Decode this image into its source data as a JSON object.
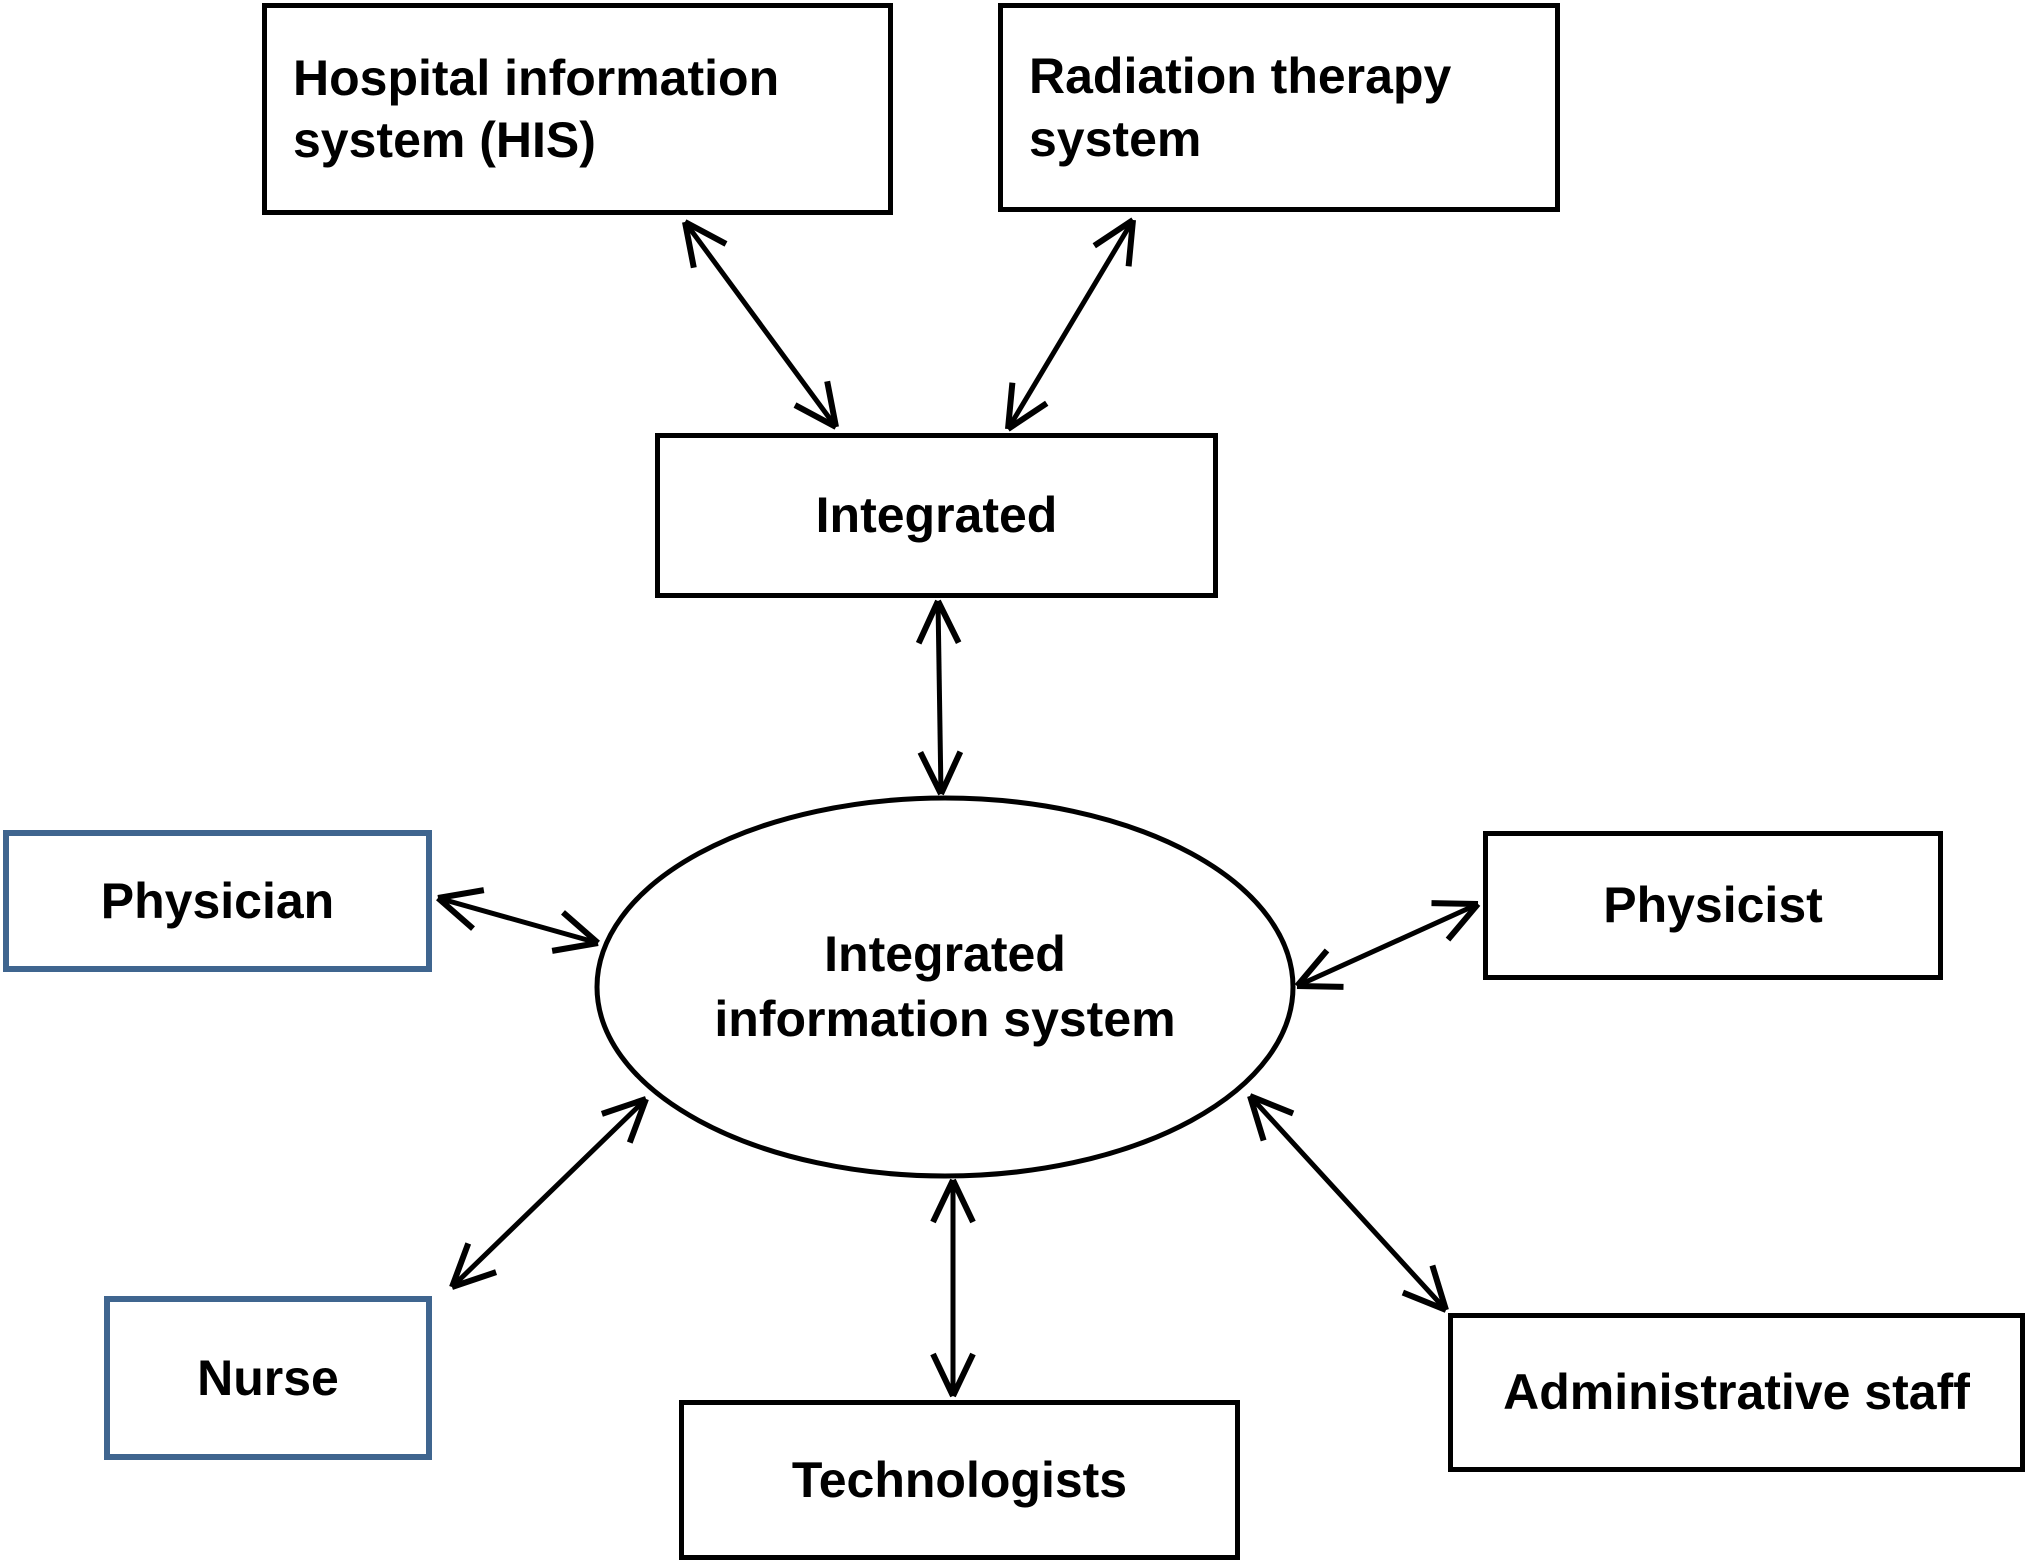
{
  "diagram": {
    "title": "Integrated information system diagram",
    "colors": {
      "ink": "#000000",
      "accent_border": "#3F658F",
      "page_bg": "#ffffff"
    },
    "nodes": {
      "hospital_information_system": {
        "label": "Hospital information\nsystem (HIS)"
      },
      "radiation_therapy_system": {
        "label": "Radiation therapy\nsystem"
      },
      "integrated": {
        "label": "Integrated"
      },
      "integrated_information_system": {
        "label": "Integrated\ninformation system"
      },
      "physician": {
        "label": "Physician"
      },
      "physicist": {
        "label": "Physicist"
      },
      "nurse": {
        "label": "Nurse"
      },
      "technologists": {
        "label": "Technologists"
      },
      "administrative_staff": {
        "label": "Administrative staff"
      }
    },
    "edges": [
      {
        "from": "hospital_information_system",
        "to": "integrated",
        "bidirectional": true
      },
      {
        "from": "radiation_therapy_system",
        "to": "integrated",
        "bidirectional": true
      },
      {
        "from": "integrated",
        "to": "integrated_information_system",
        "bidirectional": true
      },
      {
        "from": "physician",
        "to": "integrated_information_system",
        "bidirectional": true
      },
      {
        "from": "physicist",
        "to": "integrated_information_system",
        "bidirectional": true
      },
      {
        "from": "nurse",
        "to": "integrated_information_system",
        "bidirectional": true
      },
      {
        "from": "technologists",
        "to": "integrated_information_system",
        "bidirectional": true
      },
      {
        "from": "administrative_staff",
        "to": "integrated_information_system",
        "bidirectional": true
      }
    ]
  }
}
